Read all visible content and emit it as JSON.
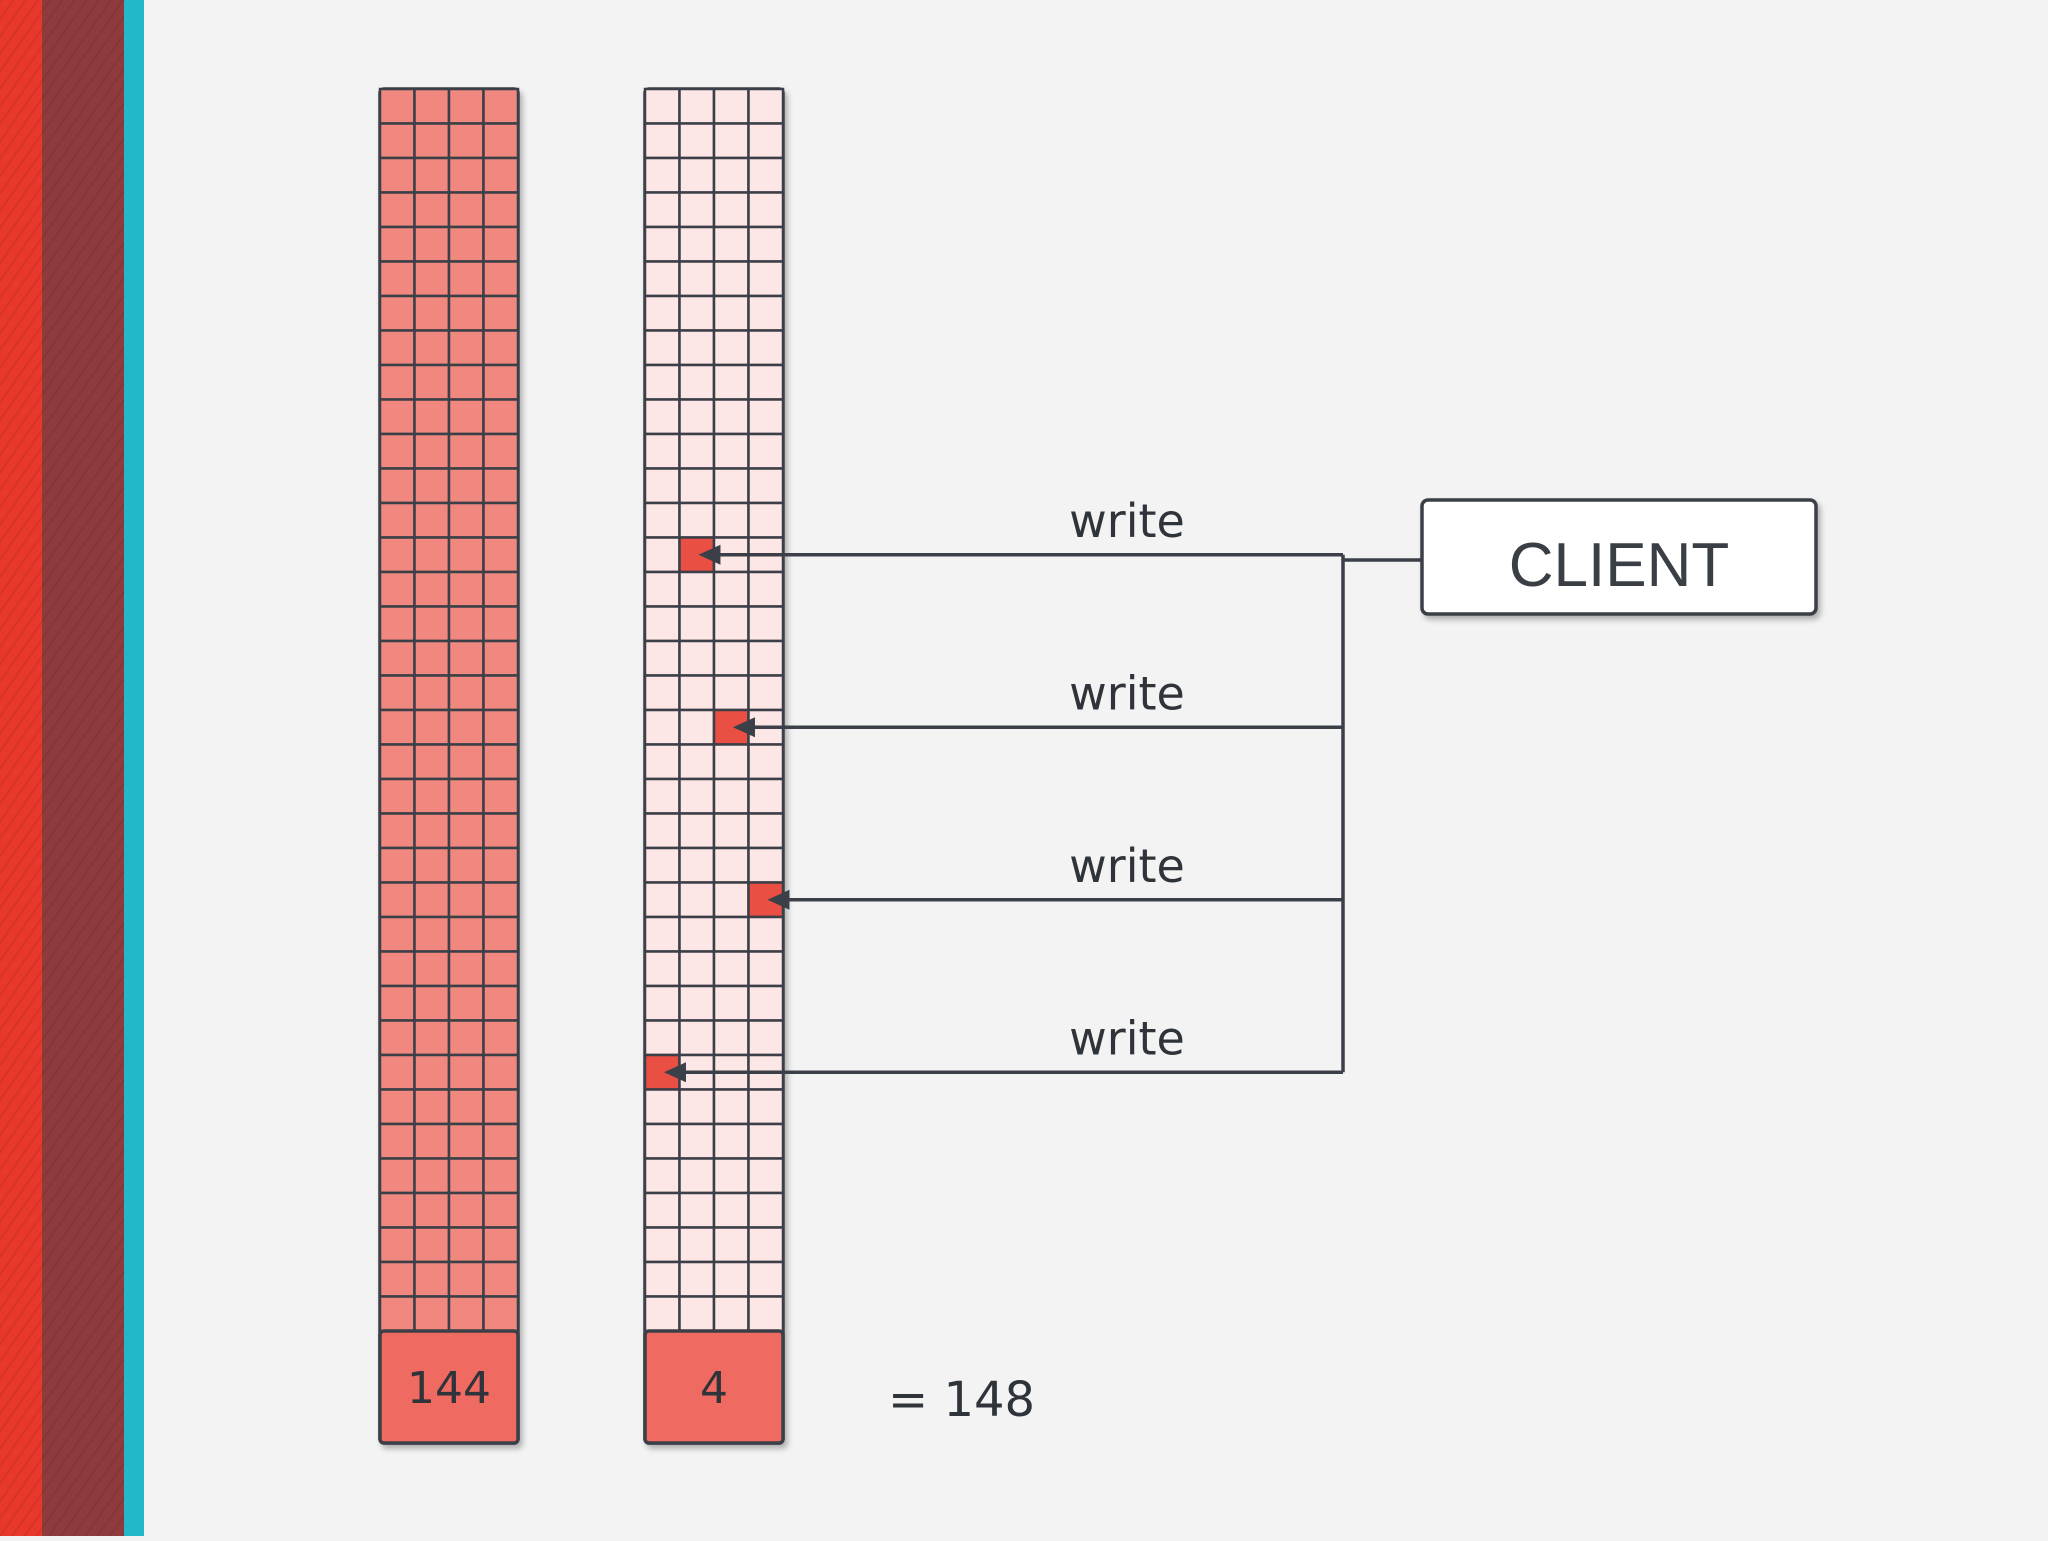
{
  "colors": {
    "background": "#f3f3f3",
    "full_cell": "#f08880",
    "empty_cell": "#fde6e6",
    "written_cell": "#ea4f44",
    "counter_fill": "#ef6a61",
    "grid_stroke": "#3b3f47",
    "stripe_red": "#e8382c",
    "stripe_maroon": "#8f3b3e",
    "stripe_cyan": "#22b8c9"
  },
  "grid": {
    "columns": 4,
    "rows": 36
  },
  "left_column": {
    "count_label": "144",
    "state": "full"
  },
  "right_column": {
    "count_label": "4",
    "state": "mostly-empty",
    "written_cells": [
      {
        "row": 13,
        "col": 1
      },
      {
        "row": 18,
        "col": 2
      },
      {
        "row": 23,
        "col": 3
      },
      {
        "row": 28,
        "col": 0
      }
    ]
  },
  "client": {
    "label": "CLIENT"
  },
  "writes": [
    {
      "label": "write",
      "target_index": 0
    },
    {
      "label": "write",
      "target_index": 1
    },
    {
      "label": "write",
      "target_index": 2
    },
    {
      "label": "write",
      "target_index": 3
    }
  ],
  "sum_label": "= 148",
  "icons": {
    "arrowhead": "arrowhead-icon"
  }
}
